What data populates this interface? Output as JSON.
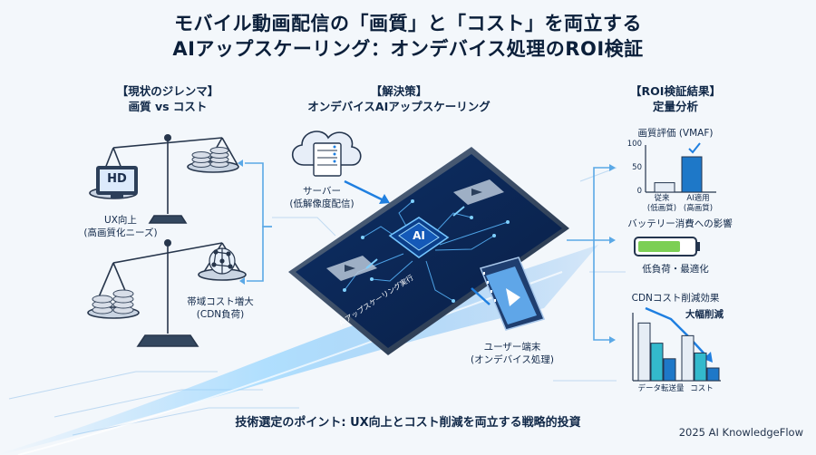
{
  "title": {
    "line1": "モバイル動画配信の「画質」と「コスト」を両立する",
    "line2": "AIアップスケーリング：オンデバイス処理のROI検証"
  },
  "left": {
    "heading1": "【現状のジレンマ】",
    "heading2": "画質 vs コスト",
    "hd_label": "HD",
    "ux_line1": "UX向上",
    "ux_line2": "(高画質化ニーズ)",
    "cost_line1": "帯域コスト増大",
    "cost_line2": "(CDN負荷)"
  },
  "center": {
    "heading1": "【解決策】",
    "heading2": "オンデバイスAIアップスケーリング",
    "server_line1": "サーバー",
    "server_line2": "(低解像度配信)",
    "ai_chip": "AI",
    "phone_caption": "AIアップスケーリング実行",
    "device_line1": "ユーザー端末",
    "device_line2": "(オンデバイス処理)"
  },
  "right": {
    "heading1": "【ROI検証結果】",
    "heading2": "定量分析",
    "quality_title": "画質評価 (VMAF)",
    "axis_ticks": [
      "100",
      "50",
      "0"
    ],
    "bar_label_before_1": "従来",
    "bar_label_before_2": "(低画質)",
    "bar_label_after_1": "AI適用",
    "bar_label_after_2": "(高画質)",
    "battery_title": "バッテリー消費への影響",
    "battery_result": "低負荷・最適化",
    "cdn_title": "CDNコスト削減効果",
    "cdn_result": "大幅削減",
    "cdn_x1": "データ転送量",
    "cdn_x2": "コスト"
  },
  "chart_data": [
    {
      "type": "bar",
      "title": "画質評価 (VMAF)",
      "categories": [
        "従来 (低画質)",
        "AI適用 (高画質)"
      ],
      "values": [
        20,
        75
      ],
      "ylim": [
        0,
        100
      ],
      "yticks": [
        0,
        50,
        100
      ],
      "grid": false
    },
    {
      "type": "bar",
      "title": "CDNコスト削減効果",
      "categories": [
        "データ転送量",
        "コスト"
      ],
      "series": [
        {
          "values": [
            100,
            78
          ]
        },
        {
          "values": [
            65,
            48
          ]
        },
        {
          "values": [
            38,
            22
          ]
        }
      ],
      "ylim": [
        0,
        110
      ],
      "grid": false
    }
  ],
  "footer": {
    "point": "技術選定のポイント: UX向上とコスト削減を両立する戦略的投資",
    "credit": "2025 AI KnowledgeFlow"
  },
  "colors": {
    "accent": "#1f7fe0",
    "navy": "#0f2747",
    "bar_teal": "#33b9cc",
    "bar_blue": "#1e78c8",
    "battery_green": "#7ccf54"
  }
}
